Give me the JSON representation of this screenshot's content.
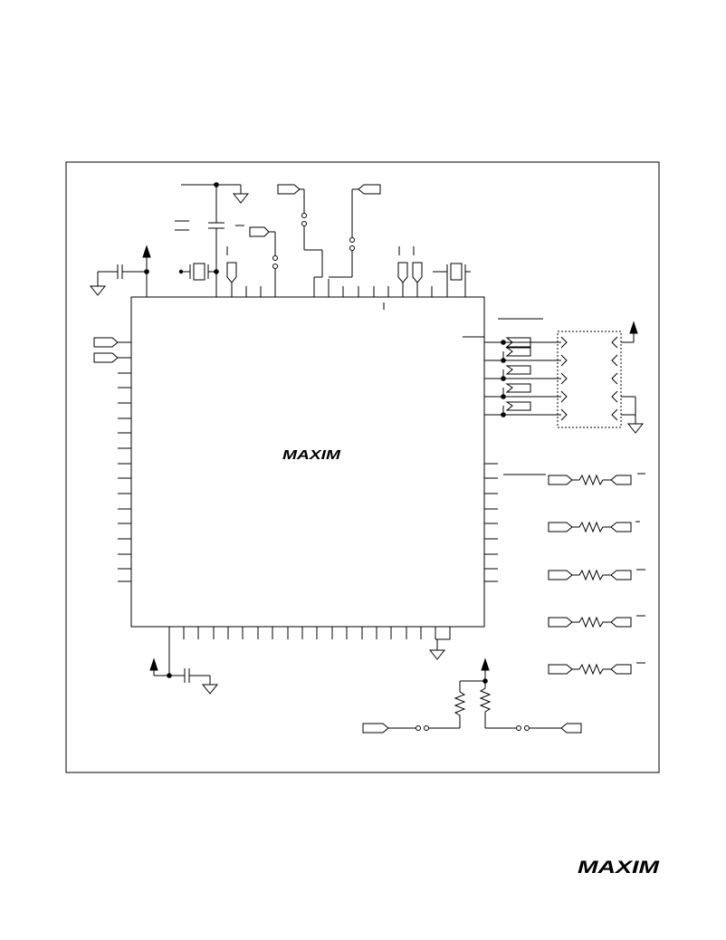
{
  "chip": {
    "logo": "MAXIM",
    "designator": "I"
  },
  "footer": {
    "logo": "MAXIM"
  },
  "components": {
    "left_inputs": [
      "",
      ""
    ],
    "right_outputs": [
      "",
      "",
      "",
      "",
      ""
    ],
    "resistor_rows": [
      "",
      "",
      "",
      "",
      ""
    ],
    "top_connectors": [
      "",
      "",
      ""
    ],
    "bottom_connectors": [
      "",
      ""
    ]
  },
  "colors": {
    "line": "#000000",
    "background": "#ffffff"
  }
}
